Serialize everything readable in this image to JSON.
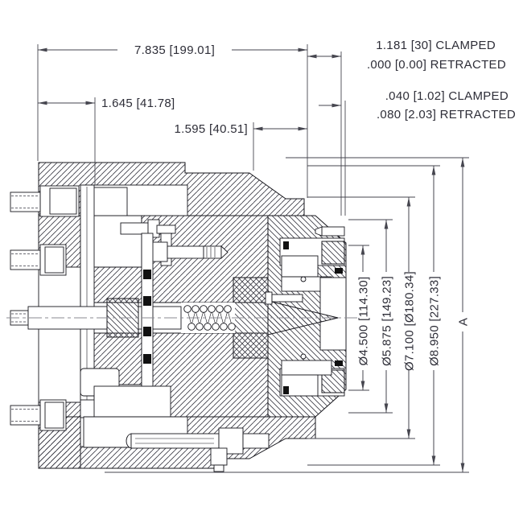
{
  "drawing": {
    "kind": "engineering-cross-section",
    "view": "side section of pneumatic/hydraulic clamping cylinder",
    "background": "#ffffff"
  },
  "dims": {
    "overall": "7.835 [199.01]",
    "rear": "1.645 [41.78]",
    "front": "1.595 [40.51]",
    "stroke_clamped": "1.181 [30] CLAMPED",
    "stroke_retracted": ".000 [0.00] RETRACTED",
    "gap_clamped": ".040 [1.02] CLAMPED",
    "gap_retracted": ".080 [2.03] RETRACTED",
    "dia1": "Ø4.500 [114.30]",
    "dia2": "Ø5.875 [149.23]",
    "dia3": "Ø7.100 [Ø180.34]",
    "dia4": "Ø8.950 [227.33]",
    "datum": "A"
  },
  "colors": {
    "background": "#ffffff",
    "line": "#17171d",
    "hatch": "#3a3a44",
    "dimension": "#46464f",
    "text": "#2e2e38",
    "seal": "#111111",
    "centerline": "#8a8a92"
  }
}
